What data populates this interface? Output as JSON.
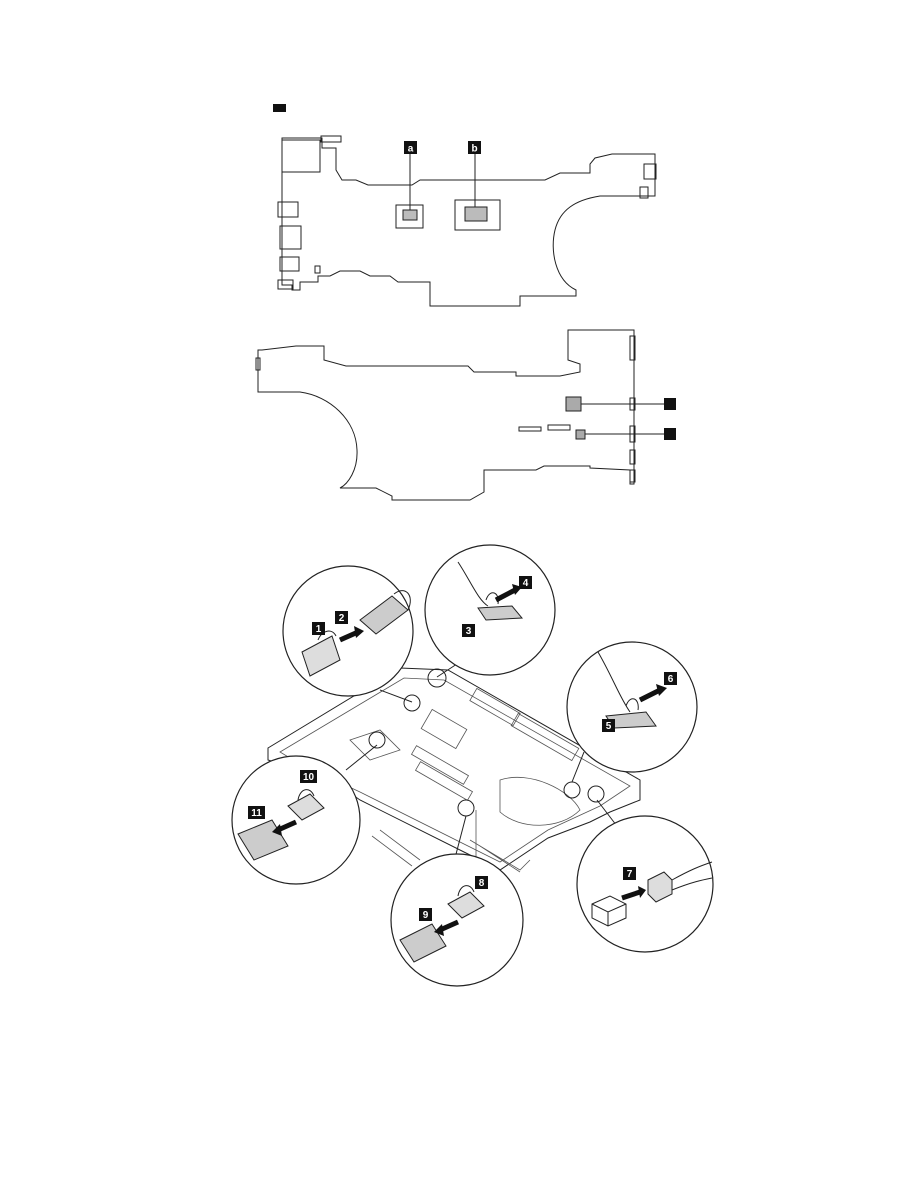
{
  "board_top": {
    "labels": [
      "a",
      "b"
    ]
  },
  "board_bottom": {
    "labels": [
      "",
      ""
    ]
  },
  "callouts": {
    "steps": [
      "1",
      "2",
      "3",
      "4",
      "5",
      "6",
      "7",
      "8",
      "9",
      "10",
      "11"
    ]
  }
}
